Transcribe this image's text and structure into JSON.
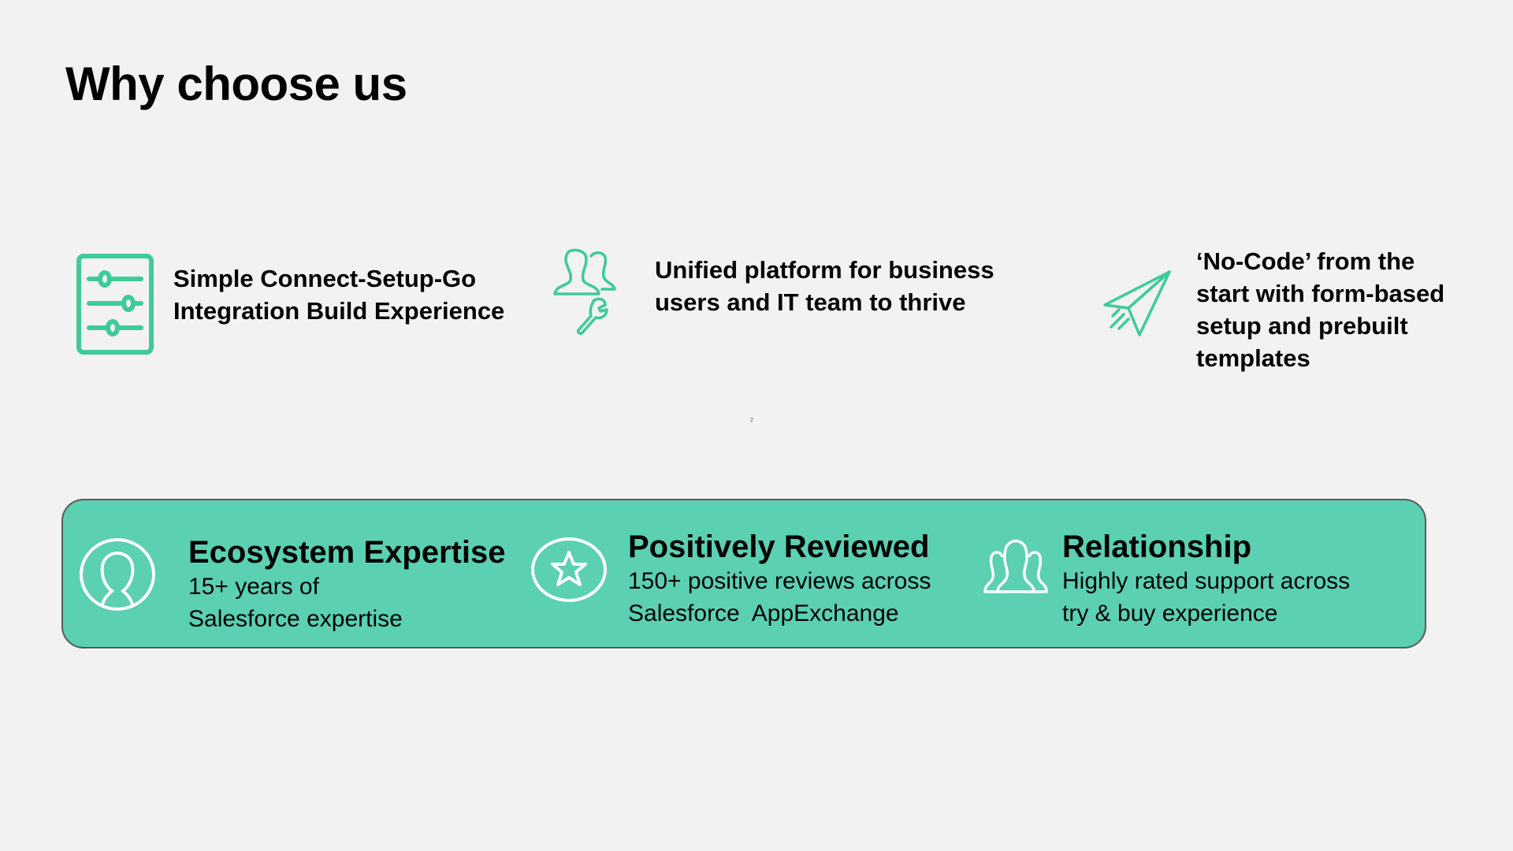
{
  "title": "Why choose us",
  "features": [
    {
      "icon": "sliders-icon",
      "lines": [
        "Simple Connect-Setup-Go",
        "Integration Build Experience"
      ]
    },
    {
      "icon": "users-wrench-icon",
      "lines": [
        "Unified platform for business",
        "users and IT team to thrive"
      ]
    },
    {
      "icon": "paper-plane-icon",
      "lines": [
        "‘No-Code’ from the",
        "start with form-based",
        "setup and prebuilt",
        "templates"
      ]
    }
  ],
  "page_number": "2",
  "highlights": [
    {
      "icon": "person-circle-icon",
      "title": "Ecosystem Expertise",
      "lines": [
        "15+ years of",
        "Salesforce expertise"
      ]
    },
    {
      "icon": "star-circle-icon",
      "title": "Positively Reviewed",
      "lines": [
        "150+ positive reviews across",
        "Salesforce  AppExchange"
      ]
    },
    {
      "icon": "people-icon",
      "title": "Relationship",
      "lines": [
        "Highly rated support across",
        "try & buy experience"
      ]
    }
  ],
  "colors": {
    "accent": "#3ecb97",
    "panel": "#5bd0b3",
    "background": "#f2f2f2"
  }
}
